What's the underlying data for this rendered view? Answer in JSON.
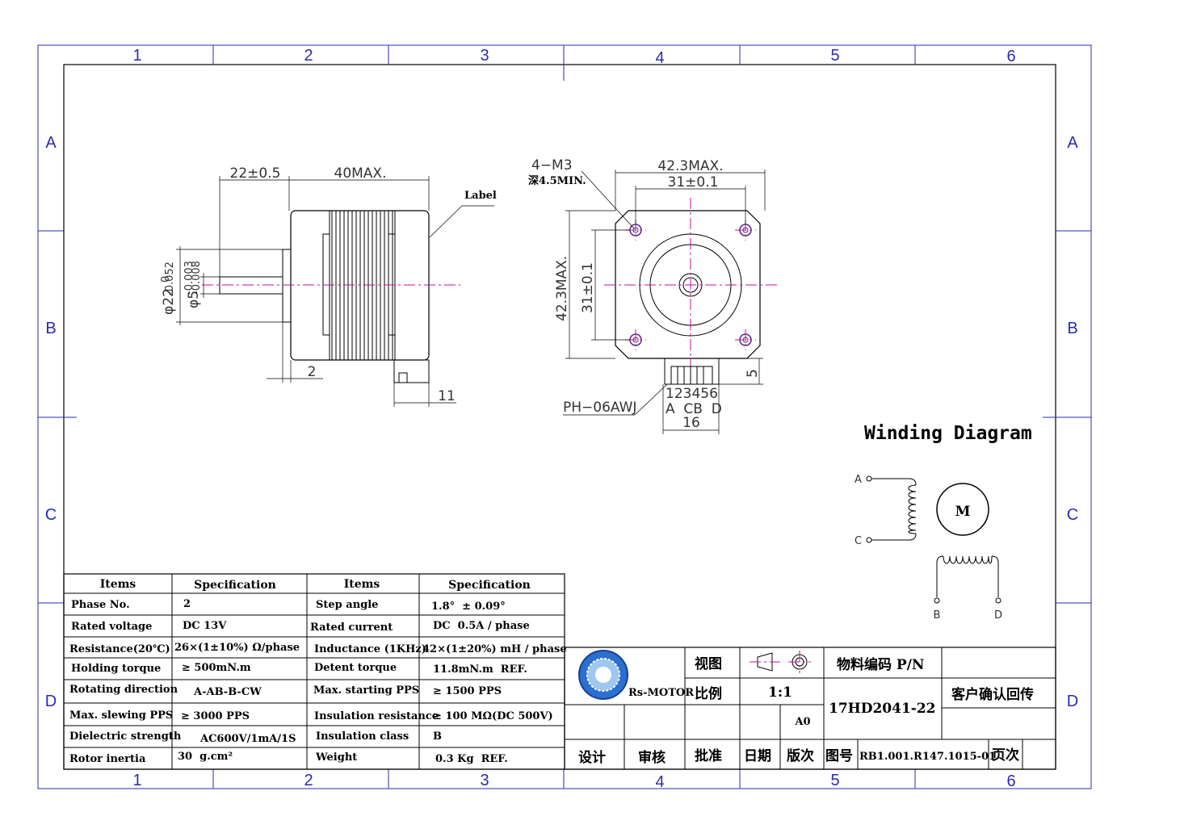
{
  "zones": {
    "columns": [
      "1",
      "2",
      "3",
      "4",
      "5",
      "6"
    ],
    "rows": [
      "A",
      "B",
      "C",
      "D"
    ]
  },
  "side_view": {
    "dim_shaft_length": "22±0.5",
    "dim_body_length": "40MAX.",
    "label_callout": "Label",
    "dim_flange_dia": "φ22",
    "dim_flange_tol_upper": "0",
    "dim_flange_tol_lower": "-0.052",
    "dim_shaft_dia": "φ5",
    "dim_shaft_tol_upper": "-0.003",
    "dim_shaft_tol_lower": "-0.008",
    "dim_flange_thickness": "2",
    "dim_connector_offset": "11"
  },
  "front_view": {
    "hole_callout": "4−M3",
    "hole_depth": "深4.5MIN.",
    "dim_width_max": "42.3MAX.",
    "dim_hole_spacing_h": "31±0.1",
    "dim_height_max": "42.3MAX.",
    "dim_hole_spacing_v": "31±0.1",
    "dim_connector_height": "5",
    "connector_part": "PH−06AWJ",
    "pin_numbers": "123456",
    "pin_letters": "A  CB  D",
    "dim_connector_width": "16"
  },
  "winding": {
    "title": "Winding Diagram",
    "motor_label": "M",
    "terminals": {
      "a": "A",
      "c": "C",
      "b": "B",
      "d": "D"
    }
  },
  "spec_table": {
    "headers": [
      "Items",
      "Specification",
      "Items",
      "Specification"
    ],
    "rows": [
      [
        "Phase No.",
        "2",
        "Step angle",
        "1.8°  ± 0.09°"
      ],
      [
        "Rated voltage",
        "DC 13V",
        "Rated current",
        "DC  0.5A / phase"
      ],
      [
        "Resistance(20℃)",
        "26×(1±10%) Ω/phase",
        "Inductance (1KHz)",
        "42×(1±20%) mH / phase"
      ],
      [
        "Holding torque",
        "≥ 500mN.m",
        "Detent torque",
        "11.8mN.m  REF."
      ],
      [
        "Rotating direction",
        "A-AB-B-CW",
        "Max. starting PPS",
        "≥ 1500 PPS"
      ],
      [
        "Max. slewing PPS",
        "≥ 3000 PPS",
        "Insulation resistance",
        "≥ 100 MΩ(DC 500V)"
      ],
      [
        "Dielectric strength",
        "AC600V/1mA/1S",
        "Insulation class",
        "B"
      ],
      [
        "Rotor inertia",
        "30  g.cm²",
        "Weight",
        "0.3 Kg  REF."
      ]
    ]
  },
  "title_block": {
    "logo_text": "Rs-MOTOR",
    "view_label": "视图",
    "scale_label": "比例",
    "scale_value": "1:1",
    "size_value": "A0",
    "material_code_label": "物料编码 P/N",
    "part_number": "17HD2041-22",
    "customer_confirm": "客户确认回传",
    "design": "设计",
    "review": "审核",
    "approve": "批准",
    "date": "日期",
    "version": "版次",
    "drawing_no_label": "图号",
    "drawing_no": "RB1.001.R147.1015-01",
    "page": "页次"
  },
  "colors": {
    "frame": "#2b2bb0",
    "centerline": "#c0119a",
    "hole": "#5a2a8a"
  }
}
